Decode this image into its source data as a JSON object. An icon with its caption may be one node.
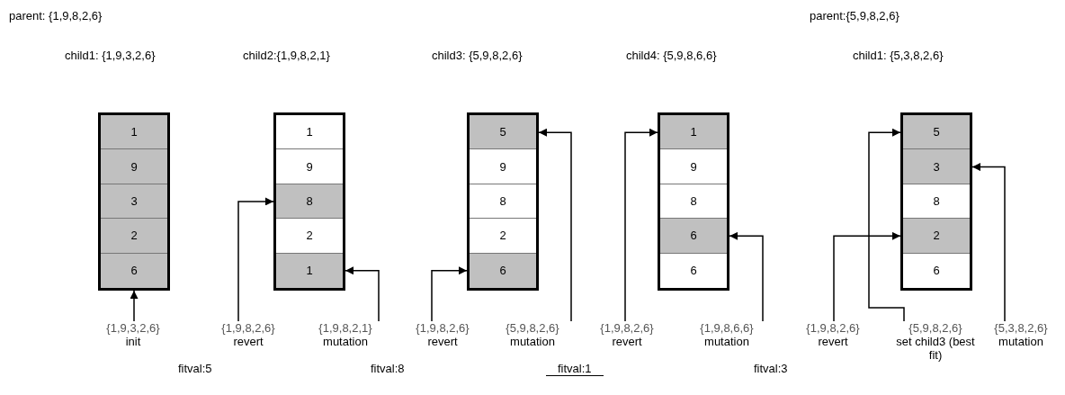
{
  "diagram": {
    "nodes": [
      {
        "text": [],
        "shape": "box"
      },
      {
        "text": [
          "1"
        ],
        "in": 0
      },
      {
        "text": [
          "9"
        ],
        "in": 0
      },
      {
        "text": [
          "3"
        ],
        "in": 0
      },
      {
        "text": [
          "2"
        ],
        "in": 0
      },
      {
        "text": [
          "6"
        ],
        "in": 0
      },
      {
        "text": [
          "{1,9,3,2,6}",
          "init"
        ]
      },
      {
        "text": [],
        "shape": "box"
      },
      {
        "text": [
          "1"
        ],
        "in": 7
      },
      {
        "text": [
          "9"
        ],
        "in": 7
      },
      {
        "text": [
          "8"
        ],
        "in": 7
      },
      {
        "text": [
          "2"
        ],
        "in": 7
      },
      {
        "text": [
          "1"
        ],
        "in": 7
      },
      {
        "text": [
          "{1,9,8,2,6}",
          "revert"
        ]
      },
      {
        "text": [
          "{1,9,8,2,1}",
          "mutation"
        ]
      },
      {
        "text": [],
        "shape": "box"
      },
      {
        "text": [
          "5"
        ],
        "in": 15
      },
      {
        "text": [
          "9"
        ],
        "in": 15
      },
      {
        "text": [
          "8"
        ],
        "in": 15
      },
      {
        "text": [
          "2"
        ],
        "in": 15
      },
      {
        "text": [
          "6"
        ],
        "in": 15
      },
      {
        "text": [
          "{1,9,8,2,6}",
          "revert"
        ]
      },
      {
        "text": [
          "{5,9,8,2,6}",
          "mutation"
        ]
      },
      {
        "text": [],
        "shape": "box"
      },
      {
        "text": [
          "1"
        ],
        "in": 23
      },
      {
        "text": [
          "9"
        ],
        "in": 23
      },
      {
        "text": [
          "8"
        ],
        "in": 23
      },
      {
        "text": [
          "6"
        ],
        "in": 23
      },
      {
        "text": [
          "6"
        ],
        "in": 23
      },
      {
        "text": [
          "{1,9,8,2,6}",
          "revert"
        ]
      },
      {
        "text": [
          "{1,9,8,6,6}",
          "mutation"
        ]
      },
      {
        "text": [],
        "shape": "box"
      },
      {
        "text": [
          "5"
        ],
        "in": 31
      },
      {
        "text": [
          "3"
        ],
        "in": 31
      },
      {
        "text": [
          "8"
        ],
        "in": 31
      },
      {
        "text": [
          "2"
        ],
        "in": 31
      },
      {
        "text": [
          "6"
        ],
        "in": 31
      },
      {
        "text": [
          "{1,9,8,2,6}",
          "revert"
        ]
      },
      {
        "text": [
          "{5,9,8,2,6}",
          "set child3 (best fit)"
        ]
      },
      {
        "text": [
          "{5,3,8,2,6}",
          "mutation"
        ]
      }
    ],
    "edges": [
      {
        "from": 6,
        "to": 5,
        "arrow": "to"
      },
      {
        "from": 13,
        "to": 10,
        "arrow": "to"
      },
      {
        "from": 14,
        "to": 12,
        "arrow": "to"
      },
      {
        "from": 21,
        "to": 20,
        "arrow": "to"
      },
      {
        "from": 22,
        "to": 16,
        "arrow": "to"
      },
      {
        "from": 29,
        "to": 24,
        "arrow": "to"
      },
      {
        "from": 30,
        "to": 27,
        "arrow": "to"
      },
      {
        "from": 37,
        "to": 35,
        "arrow": "to"
      },
      {
        "from": 38,
        "to": 32,
        "arrow": "to"
      },
      {
        "from": 39,
        "to": 33,
        "arrow": "to"
      }
    ],
    "labels": [
      "parent: {1,9,8,2,6}",
      "parent:{5,9,8,2,6}",
      "child1: {1,9,3,2,6}",
      "child2:{1,9,8,2,1}",
      "child3: {5,9,8,2,6}",
      "child4: {5,9,8,6,6}",
      "child1: {5,3,8,2,6}",
      "fitval:5",
      "fitval:8",
      "fitval:1",
      "fitval:3"
    ]
  }
}
